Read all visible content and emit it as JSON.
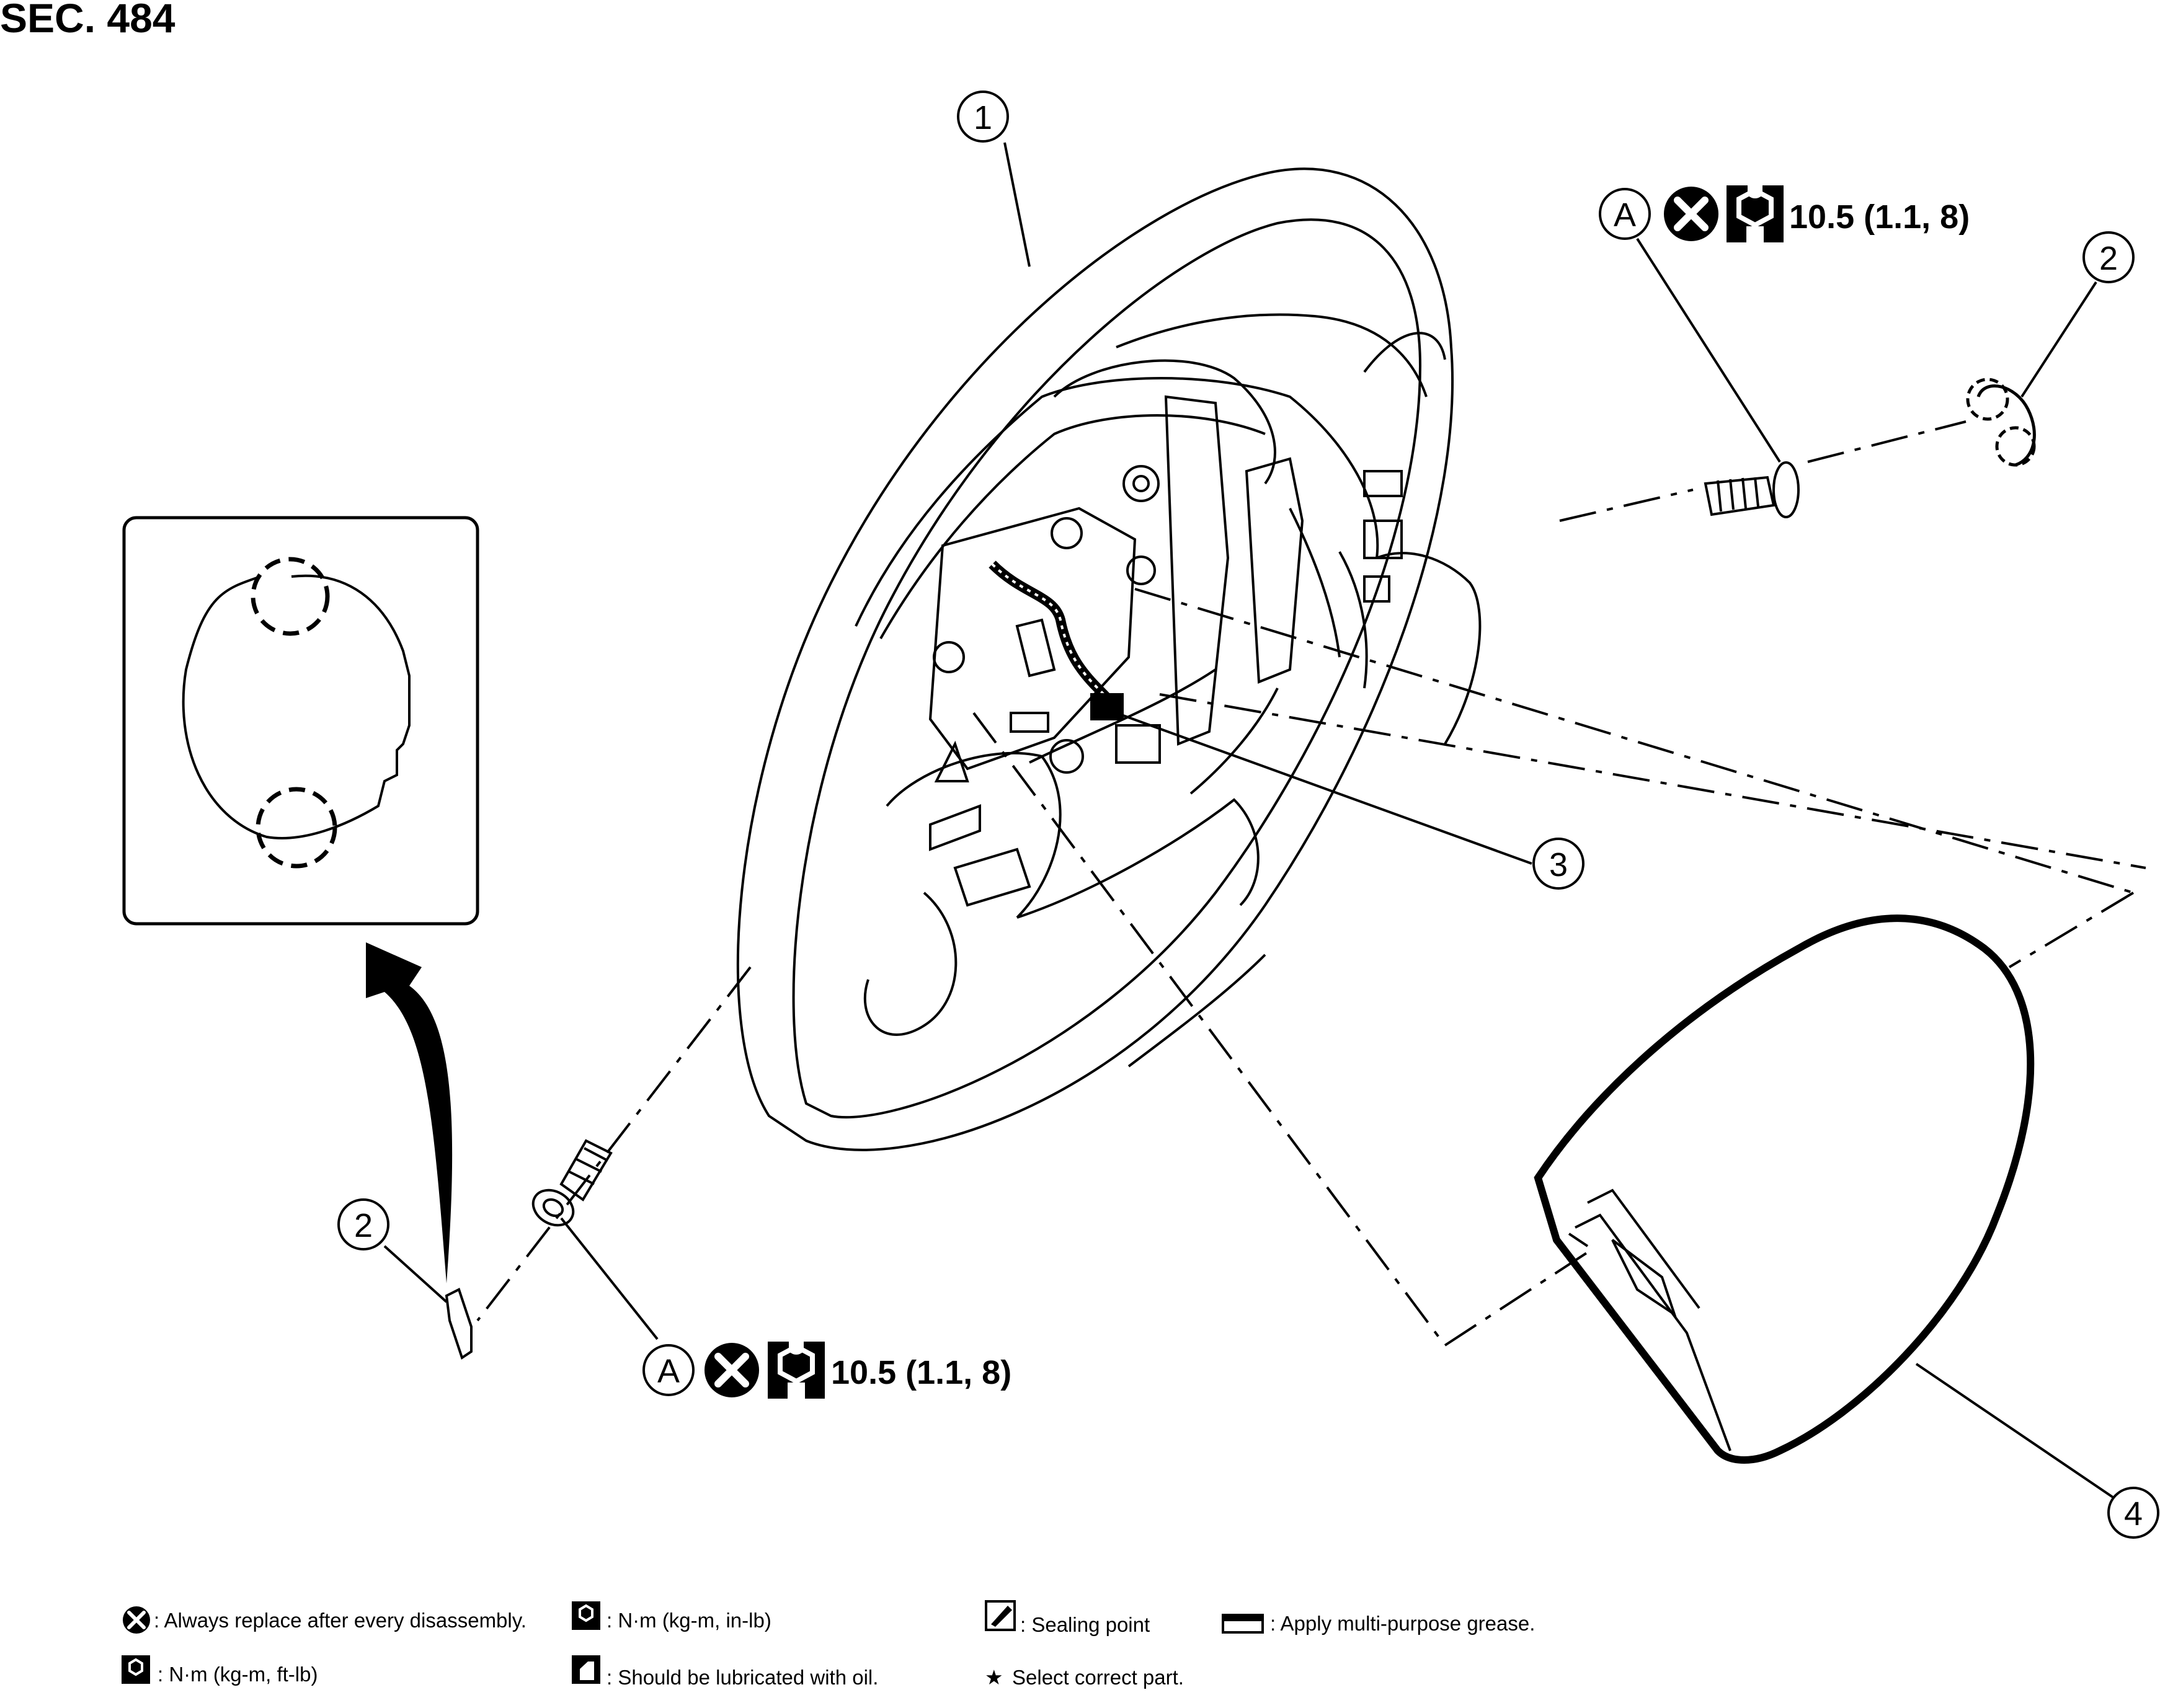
{
  "section": {
    "title": "SEC. 484"
  },
  "callouts": {
    "part_1": "1",
    "part_2_upper": "2",
    "part_2_lower": "2",
    "part_3": "3",
    "part_4": "4",
    "bolt_upper": "A",
    "bolt_lower": "A"
  },
  "torque": {
    "upper": "10.5 (1.1, 8)",
    "lower": "10.5 (1.1, 8)"
  },
  "legend": {
    "always_replace": ": Always replace after every disassembly.",
    "nm_kgm_inlb": ": N·m (kg-m, in-lb)",
    "sealing_point": ": Sealing point",
    "apply_grease": ": Apply multi-purpose grease.",
    "nm_kgm_ftlb": ": N·m (kg-m, ft-lb)",
    "lubricated_oil": ": Should be lubricated with oil.",
    "select_part": "Select correct part."
  },
  "icons": [
    "replace-x-icon",
    "torque-inlb-icon",
    "sealing-point-icon",
    "grease-icon",
    "torque-ftlb-icon",
    "oil-icon",
    "star-icon"
  ]
}
